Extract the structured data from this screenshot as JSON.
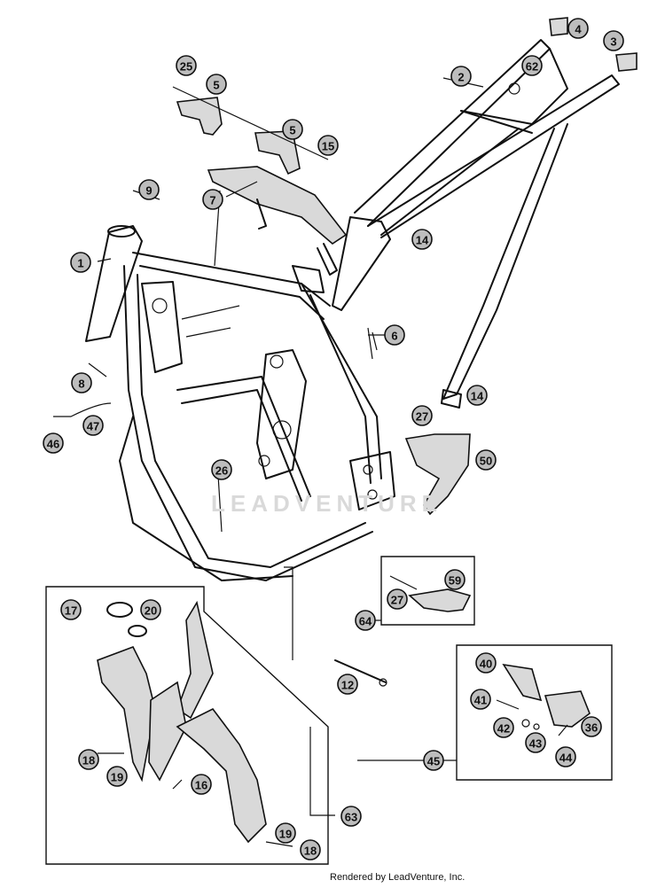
{
  "footer": {
    "credit": "Rendered by LeadVenture, Inc."
  },
  "watermark": {
    "text": "LEADVENTURE"
  },
  "callouts": [
    "1",
    "2",
    "3",
    "4",
    "5",
    "5",
    "6",
    "7",
    "8",
    "9",
    "12",
    "14",
    "14",
    "15",
    "16",
    "17",
    "18",
    "18",
    "19",
    "19",
    "20",
    "25",
    "26",
    "27",
    "27",
    "36",
    "40",
    "41",
    "42",
    "43",
    "44",
    "45",
    "46",
    "47",
    "50",
    "59",
    "62",
    "63",
    "64"
  ]
}
